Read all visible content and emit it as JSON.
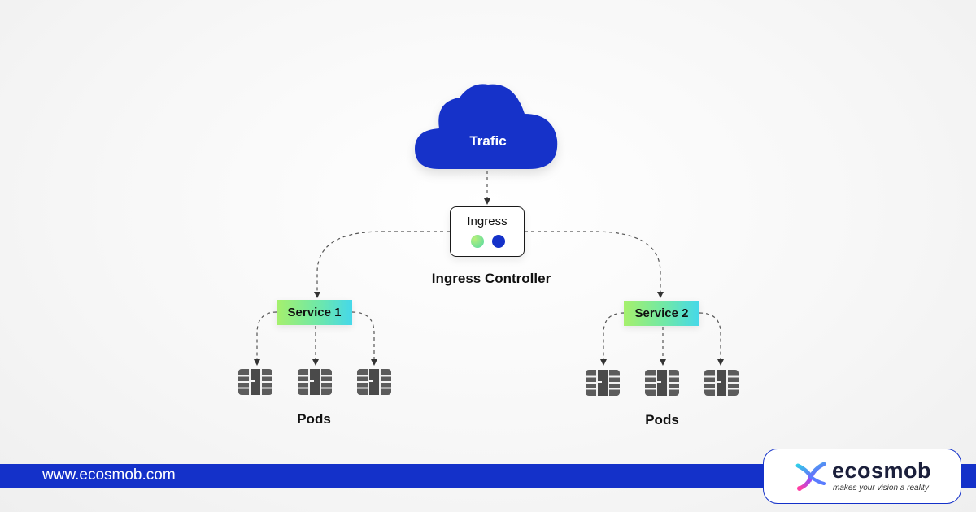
{
  "cloud": {
    "label": "Trafic",
    "color": "#1431c9"
  },
  "ingress": {
    "title": "Ingress",
    "caption": "Ingress Controller",
    "dot_colors": [
      "#7ee69a",
      "#1431c9"
    ]
  },
  "services": [
    {
      "label": "Service 1",
      "pods_label": "Pods",
      "pod_count": 3
    },
    {
      "label": "Service 2",
      "pods_label": "Pods",
      "pod_count": 3
    }
  ],
  "footer": {
    "url": "www.ecosmob.com",
    "bar_color": "#1431c9",
    "brand_name": "ecosmob",
    "brand_tagline": "makes your vision a reality"
  },
  "icons": {
    "pod": "chip-icon",
    "cloud": "cloud-icon",
    "logo": "ecosmob-logo-icon"
  }
}
